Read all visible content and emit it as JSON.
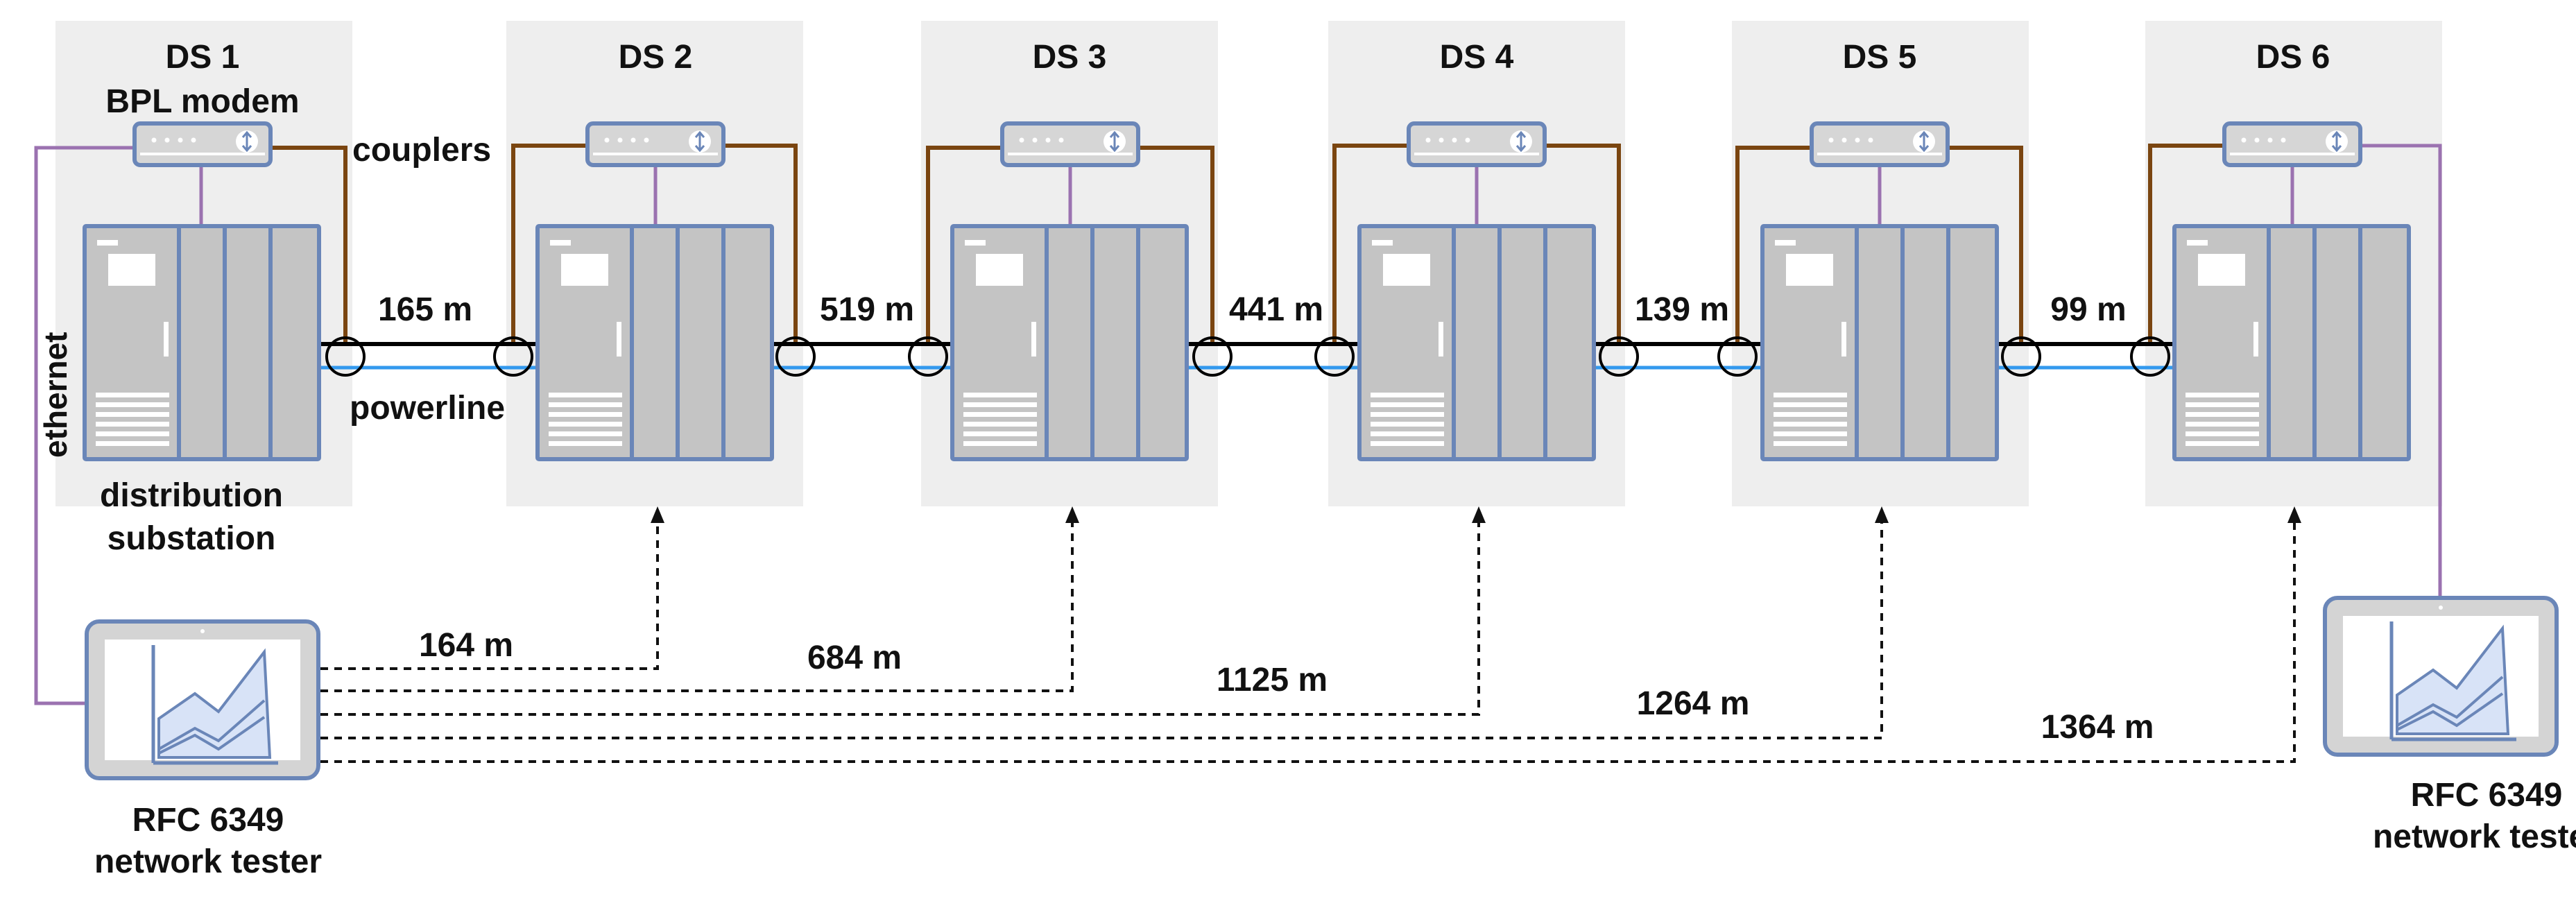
{
  "substations": [
    {
      "title": "DS 1",
      "subtitle": "BPL modem"
    },
    {
      "title": "DS 2"
    },
    {
      "title": "DS 3"
    },
    {
      "title": "DS 4"
    },
    {
      "title": "DS 5"
    },
    {
      "title": "DS 6"
    }
  ],
  "labels": {
    "couplers": "couplers",
    "powerline": "powerline",
    "ethernet": "ethernet",
    "distribution_line1": "distribution",
    "distribution_line2": "substation",
    "tester_line1": "RFC 6349",
    "tester_line2": "network tester"
  },
  "segments": [
    "165 m",
    "519 m",
    "441 m",
    "139 m",
    "99 m"
  ],
  "distances": [
    "164 m",
    "684 m",
    "1125 m",
    "1264 m",
    "1364 m"
  ],
  "colors": {
    "box_bg": "#eeeeee",
    "coupler_wire": "#7a4510",
    "ethernet_wire": "#9b72b0",
    "powerline_blue": "#3399ee",
    "cabinet_fill": "#c4c4c4",
    "cabinet_stroke": "#6a86b8",
    "modem_fill": "#d6d6d6",
    "screen_fill": "#d8e3f7"
  }
}
